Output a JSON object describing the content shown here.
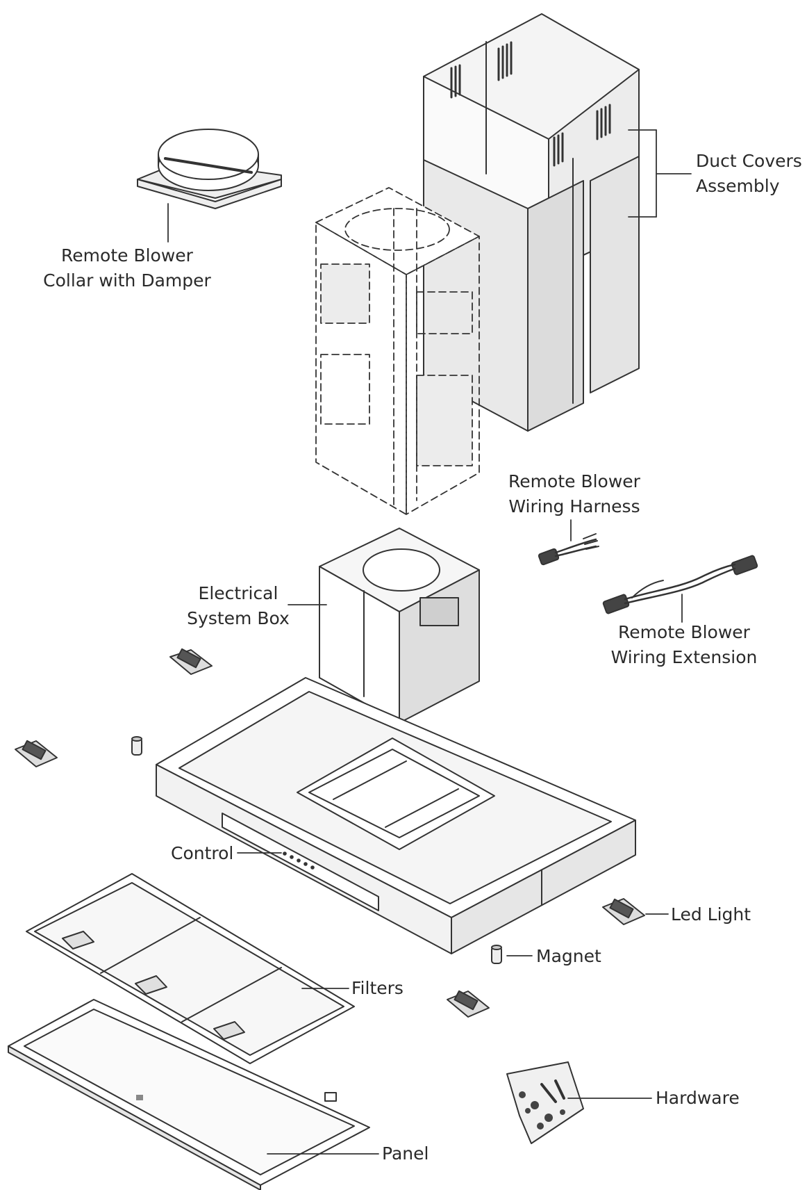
{
  "colors": {
    "line": "#333333",
    "fill_light": "#f2f2f2",
    "fill_mid": "#d9d9d9",
    "fill_dark": "#bdbdbd",
    "text": "#2a2a2a"
  },
  "labels": {
    "duct_covers": {
      "line1": "Duct Covers",
      "line2": "Assembly"
    },
    "collar": {
      "line1": "Remote Blower",
      "line2": "Collar with Damper"
    },
    "harness": {
      "line1": "Remote Blower",
      "line2": "Wiring Harness"
    },
    "extension": {
      "line1": "Remote Blower",
      "line2": "Wiring Extension"
    },
    "electrical": {
      "line1": "Electrical",
      "line2": "System Box"
    },
    "control": "Control",
    "led_light": "Led Light",
    "magnet": "Magnet",
    "filters": "Filters",
    "hardware": "Hardware",
    "panel": "Panel"
  }
}
